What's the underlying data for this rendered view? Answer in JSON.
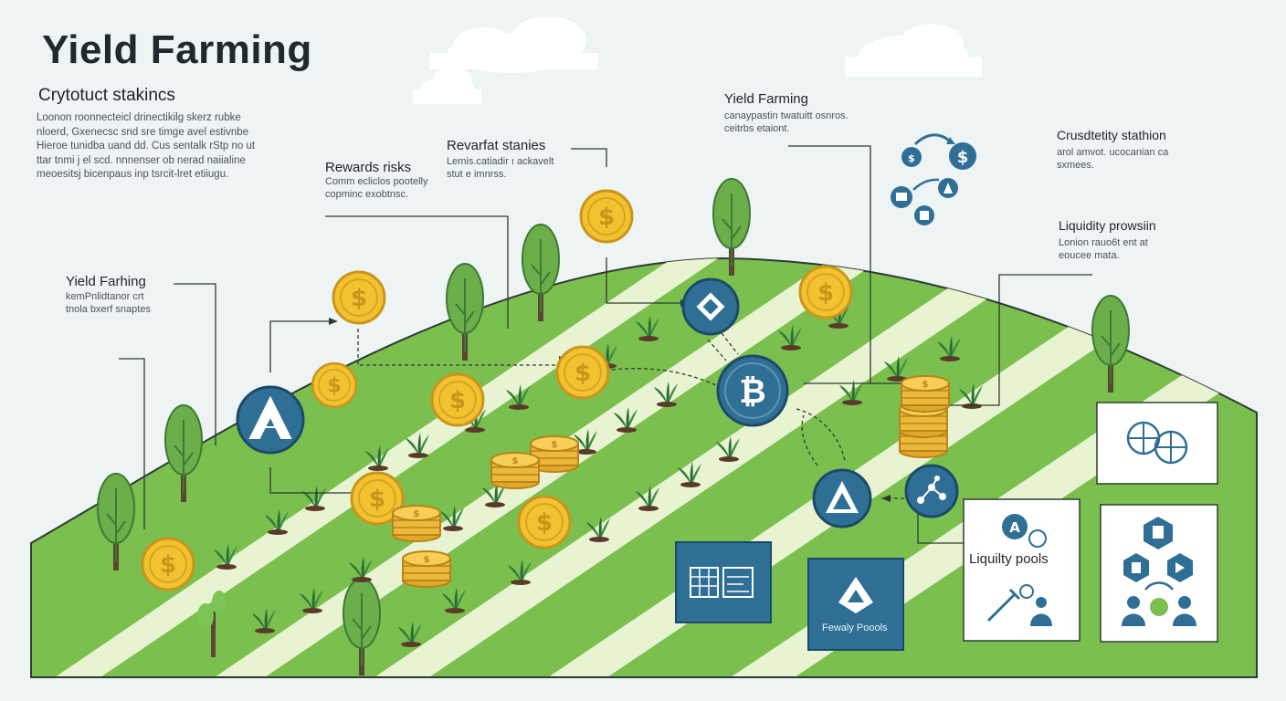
{
  "title": "Yield Farming",
  "intro": {
    "heading": "Crytotuct stakincs",
    "body": "Loonon roonnecteicl drinectikilg skerz rubke\nnloerd, Gxenecsc snd sre timge avel estivnbe\nHieroe tunidba uand dd. Cus sentalk rStp no ut\nttar tnmi j el scd. nnnenser ob nerad naiialine\nmeoesitsj bicenpaus inp tsrcit-lret etiiugu."
  },
  "callouts": [
    {
      "id": "yield-left",
      "heading": "Yield Farhing",
      "body": "kemPnlidtanor crt\ntnola bxerf snaptes"
    },
    {
      "id": "rewards-risks",
      "heading": "Rewards risks",
      "body": "Comm ecliclos pootelly\ncopminc exobtnsc."
    },
    {
      "id": "reward-stakes",
      "heading": "Revarfat stanies",
      "body": "Lemis.catiadir ı ackavelt\nstut e imnrss."
    },
    {
      "id": "yield-top",
      "heading": "Yield Farming",
      "body": "canaypastin twatuitt osnros.\nceitrbs etaiont."
    },
    {
      "id": "crypto-station",
      "heading": "Crusdtetity stathion",
      "body": "arol amvot. ucocanian ca\nsxmees."
    },
    {
      "id": "liquidity-provision",
      "heading": "Liquidity prowsiin",
      "body": "Lonion rauo6t ent at\neoucee mata."
    }
  ],
  "tiles": {
    "liquidity_pools": "Liquilty pools",
    "fewaly_pools": "Fewaly Poools"
  },
  "colors": {
    "grass": "#7bbf4f",
    "stripe": "#e8f3d2",
    "coin": "#f2c231",
    "token_blue": "#2f6f96",
    "sky_bg": "#eef3f3"
  },
  "icons": [
    "dollar-coin-icon",
    "bitcoin-token-icon",
    "arbitrum-token-icon",
    "swap-token-icon",
    "exchange-cycle-icon",
    "globe-icon",
    "network-node-icon",
    "token-stack-icon",
    "cloud-icon",
    "tree-icon",
    "sprout-icon"
  ]
}
